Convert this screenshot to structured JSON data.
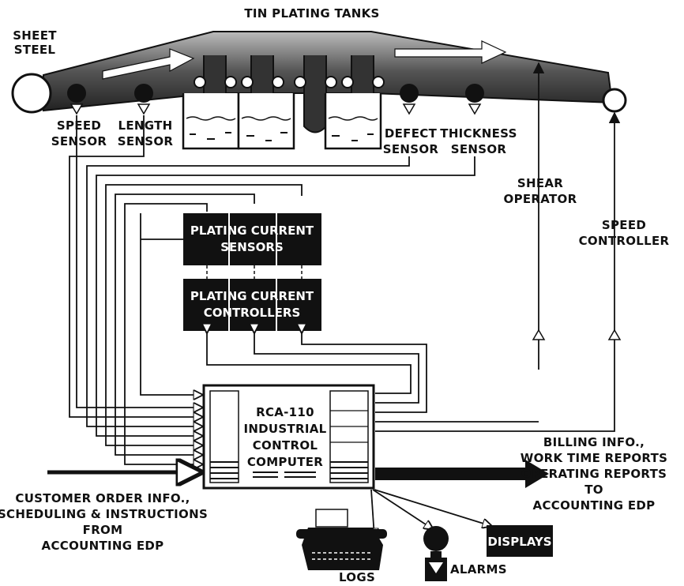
{
  "title": "TIN PLATING TANKS",
  "labels": {
    "sheet_steel": [
      "SHEET",
      "STEEL"
    ],
    "speed_sensor": [
      "SPEED",
      "SENSOR"
    ],
    "length_sensor": [
      "LENGTH",
      "SENSOR"
    ],
    "defect_sensor": [
      "DEFECT",
      "SENSOR"
    ],
    "thickness_sensor": [
      "THICKNESS",
      "SENSOR"
    ],
    "shear_operator": [
      "SHEAR",
      "OPERATOR"
    ],
    "speed_controller": [
      "SPEED",
      "CONTROLLER"
    ],
    "plating_current_sensors": [
      "PLATING CURRENT",
      "SENSORS"
    ],
    "plating_current_controllers": [
      "PLATING CURRENT",
      "CONTROLLERS"
    ],
    "computer": [
      "RCA-110",
      "INDUSTRIAL",
      "CONTROL",
      "COMPUTER"
    ],
    "billing": [
      "BILLING INFO.,",
      "WORK TIME REPORTS",
      "OPERATING REPORTS",
      "TO",
      "ACCOUNTING EDP"
    ],
    "customer": [
      "CUSTOMER ORDER INFO.,",
      "SCHEDULING & INSTRUCTIONS",
      "FROM",
      "ACCOUNTING EDP"
    ],
    "logs": "LOGS",
    "alarms": "ALARMS",
    "displays": "DISPLAYS"
  }
}
